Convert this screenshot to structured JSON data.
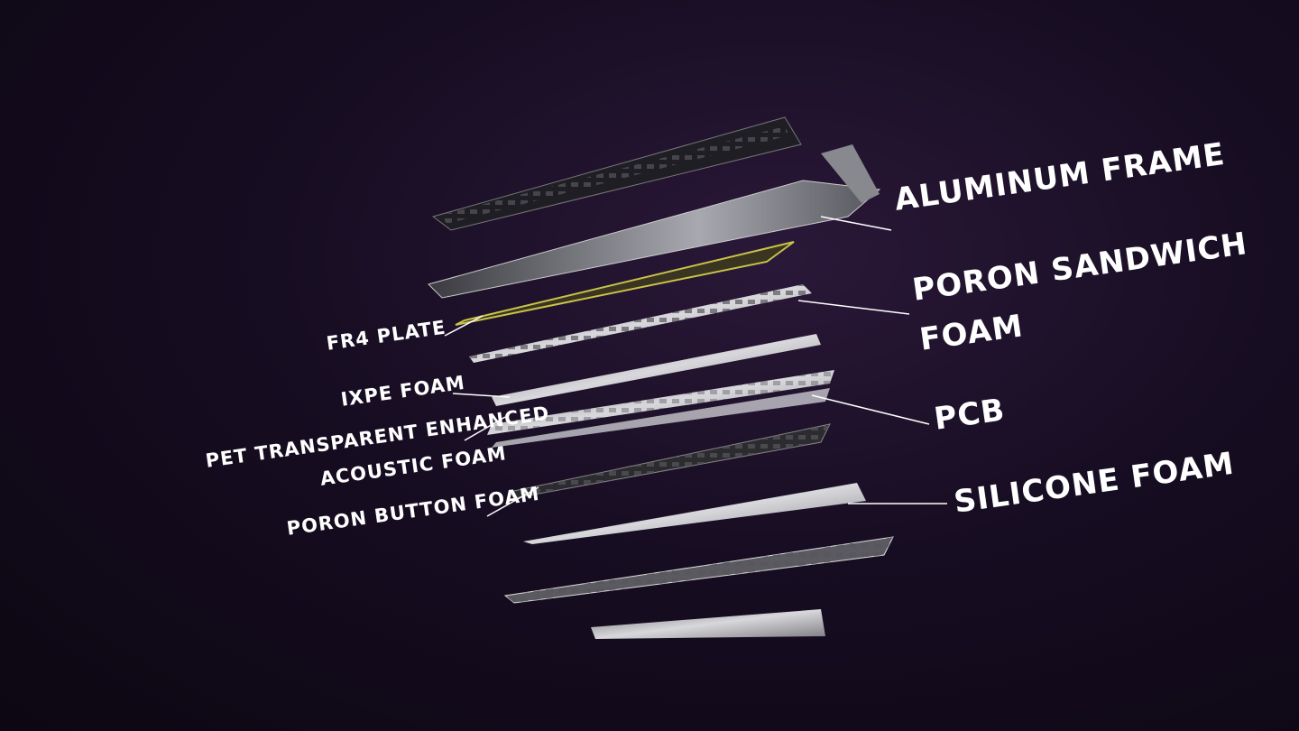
{
  "labels": {
    "aluminum_frame": "Aluminum Frame",
    "poron_sandwich_foam_1": "Poron Sandwich",
    "poron_sandwich_foam_2": "Foam",
    "pcb": "PCB",
    "silicone_foam": "Silicone Foam",
    "fr4_plate": "FR4 Plate",
    "ixpe_foam": "IXPE Foam",
    "pet_foam_1": "PET Transparent Enhanced",
    "pet_foam_2": "Acoustic Foam",
    "poron_button_foam": "Poron Button Foam"
  },
  "colors": {
    "background": "#170d22",
    "plate_fill": "#b9b9bf",
    "fr4_accent": "#c9c24a",
    "dark_layer": "#2b2b30",
    "leader_line": "#ffffff"
  }
}
